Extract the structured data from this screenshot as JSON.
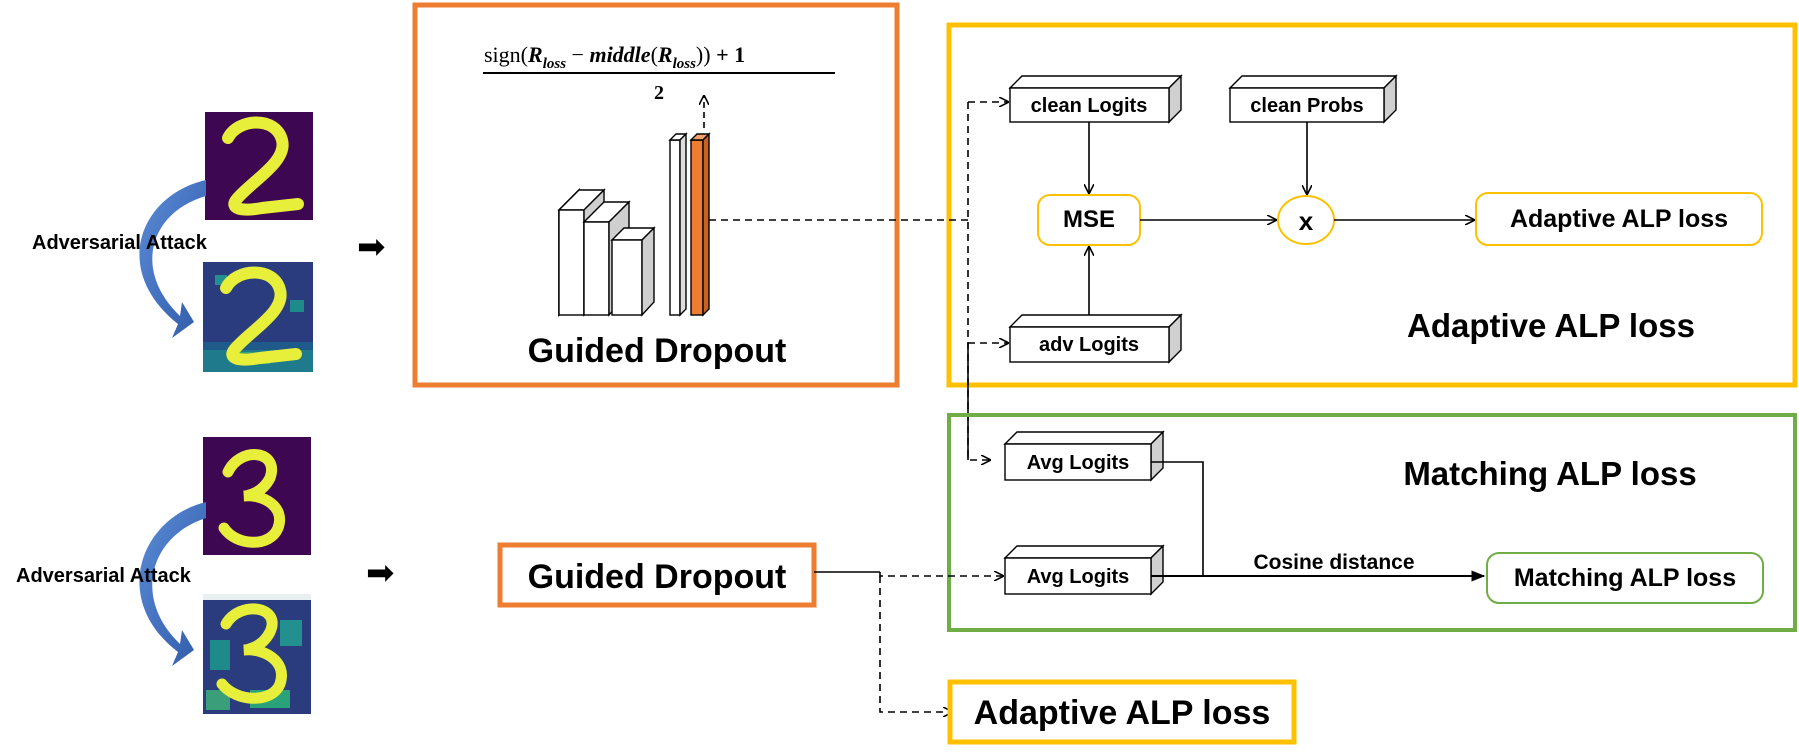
{
  "colors": {
    "orange": "#ED7D31",
    "yellow": "#FFC000",
    "green": "#70AD47",
    "arrow_blue": "#4472C4",
    "digit_bg": "#3E0752",
    "digit_stroke": "#E8EF3A"
  },
  "formula": {
    "sign": "sign(",
    "r": "R",
    "loss_sub": "loss",
    "minus": " − ",
    "middle": "middle",
    "open": "(",
    "close": "))",
    "plus_one": " + 1",
    "denominator": "2"
  },
  "left": {
    "attack_label_1": "Adversarial Attack",
    "attack_label_2": "Adversarial Attack",
    "arrow_glyph_1": "➡",
    "arrow_glyph_2": "➡"
  },
  "guided_dropout": {
    "top_label": "Guided Dropout",
    "bottom_label": "Guided Dropout"
  },
  "adaptive": {
    "clean_logits": "clean Logits",
    "clean_probs": "clean Probs",
    "mse": "MSE",
    "multiply": "x",
    "output": "Adaptive ALP loss",
    "adv_logits": "adv Logits",
    "section_title": "Adaptive ALP loss"
  },
  "matching": {
    "avg_logits_1": "Avg Logits",
    "avg_logits_2": "Avg Logits",
    "cosine": "Cosine distance",
    "output": "Matching ALP loss",
    "section_title": "Matching ALP loss"
  },
  "bottom_output": "Adaptive ALP loss"
}
